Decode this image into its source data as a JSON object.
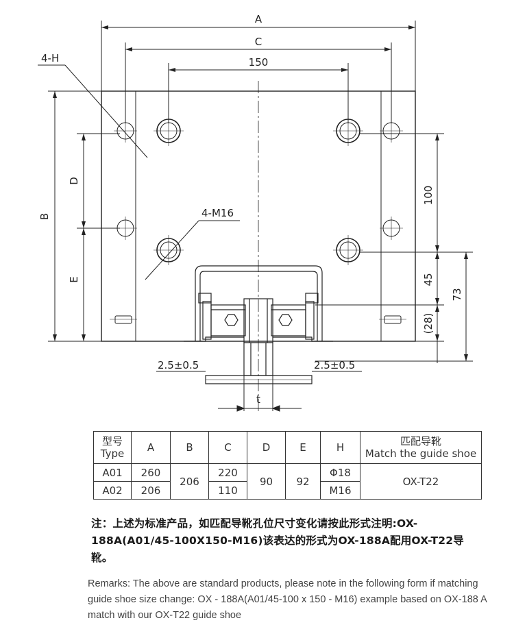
{
  "drawing": {
    "dim_A": "A",
    "dim_C": "C",
    "dim_150": "150",
    "dim_B": "B",
    "dim_D": "D",
    "dim_E": "E",
    "dim_100": "100",
    "dim_45": "45",
    "dim_73": "73",
    "dim_28": "(28)",
    "label_4H": "4-H",
    "label_4M16": "4-M16",
    "clearance_left": "2.5±0.5",
    "clearance_right": "2.5±0.5",
    "dim_t": "t"
  },
  "table": {
    "headers": {
      "type_cn": "型号",
      "type_en": "Type",
      "A": "A",
      "B": "B",
      "C": "C",
      "D": "D",
      "E": "E",
      "H": "H",
      "match_cn": "匹配导靴",
      "match_en": "Match the guide shoe"
    },
    "rows": [
      {
        "type": "A01",
        "A": "260",
        "C": "220",
        "H": "Φ18"
      },
      {
        "type": "A02",
        "A": "206",
        "C": "110",
        "H": "M16"
      }
    ],
    "shared": {
      "B": "206",
      "D": "90",
      "E": "92",
      "match": "OX-T22"
    }
  },
  "notes": {
    "cn": "注：上述为标准产品，如匹配导靴孔位尺寸变化请按此形式注明:OX-188A(A01/45-100X150-M16)该表达的形式为OX-188A配用OX-T22导靴。",
    "en": "Remarks: The above are standard products, please note in the following form if matching guide shoe size change: OX - 188A(A01/45-100 x 150 - M16) example based on OX-188 A match with our OX-T22 guide shoe"
  }
}
